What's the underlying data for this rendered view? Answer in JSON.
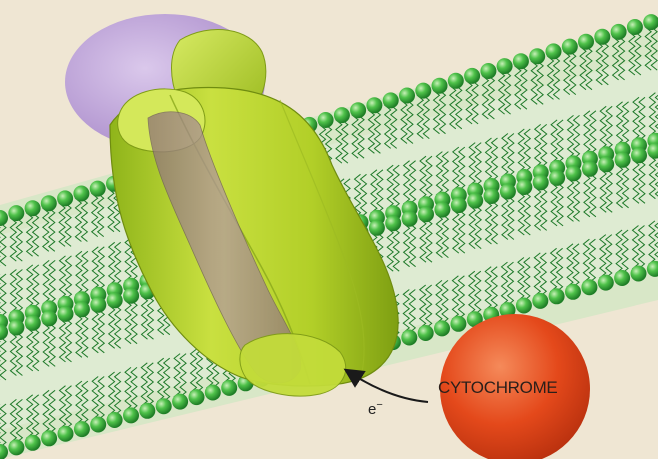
{
  "labels": {
    "cytochrome": "CYTOCHROME",
    "electron": "e",
    "electron_charge": "−"
  },
  "colors": {
    "background": "#efe6d3",
    "membrane_band": "#cfe3bf",
    "lipid_head": "#3cb23a",
    "lipid_tail": "#1f7a2a",
    "protein_body": "#b4d12a",
    "protein_subunit_purple": "#b79bd6",
    "protein_channel": "#a88a92",
    "cytochrome": "#e2491b"
  },
  "icons": [
    "electron-transfer-arrow"
  ]
}
